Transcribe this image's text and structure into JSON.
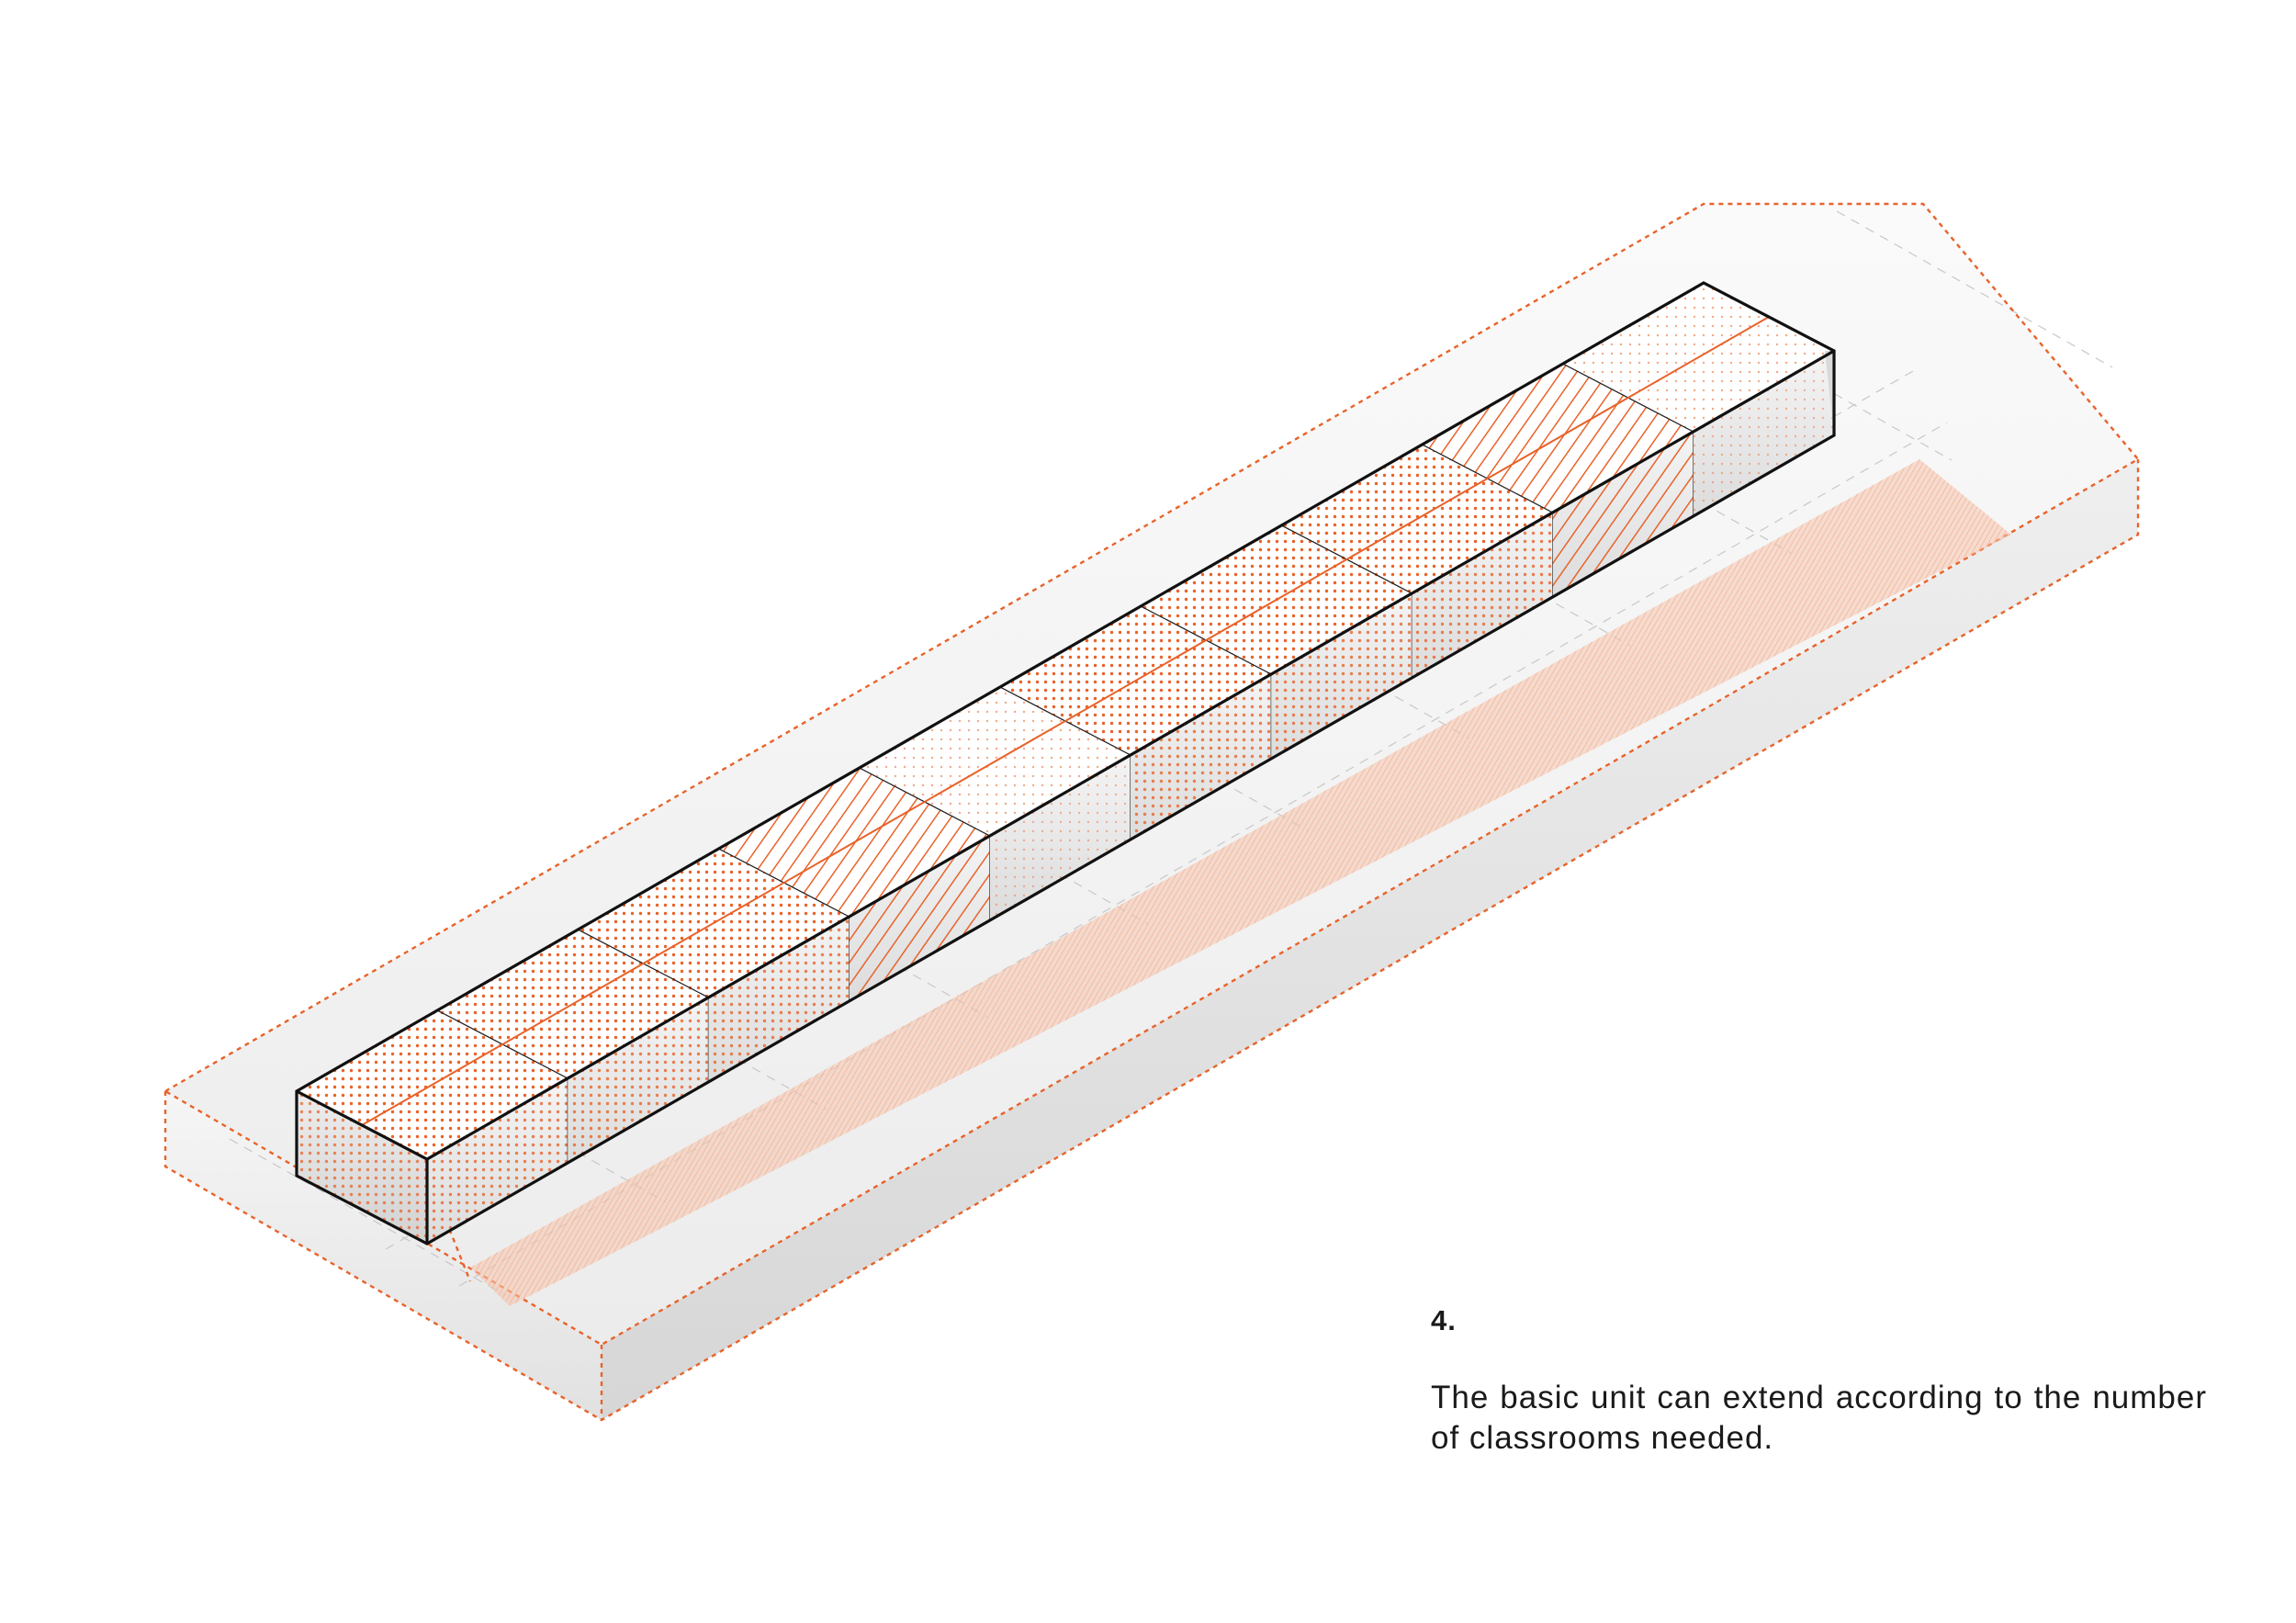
{
  "step": {
    "number": "4."
  },
  "caption": {
    "text": "The basic unit can extend according to the number of classrooms needed."
  },
  "diagram": {
    "units": [
      {
        "pattern": "dots"
      },
      {
        "pattern": "dots"
      },
      {
        "pattern": "dots"
      },
      {
        "pattern": "stripes"
      },
      {
        "pattern": "light-dots"
      },
      {
        "pattern": "dots"
      },
      {
        "pattern": "dots"
      },
      {
        "pattern": "dots"
      },
      {
        "pattern": "stripes"
      },
      {
        "pattern": "light-dots"
      }
    ]
  },
  "colors": {
    "accent": "#e8632a",
    "courtyard": "#f6c4ad",
    "ground": "#f2f2f2",
    "outline": "#111111"
  }
}
